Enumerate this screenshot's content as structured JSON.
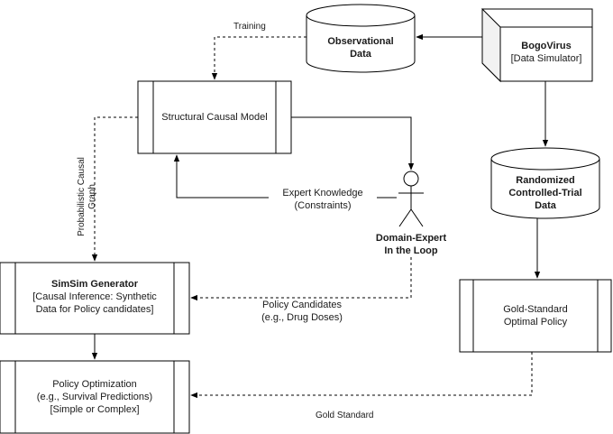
{
  "nodes": {
    "observational_data": {
      "line1": "Observational",
      "line2": "Data"
    },
    "bogovirus": {
      "title": "BogoVirus",
      "subtitle": "[Data Simulator]"
    },
    "structural_causal_model": {
      "label": "Structural Causal Model"
    },
    "rct_data": {
      "line1": "Randomized",
      "line2": "Controlled-Trial",
      "line3": "Data"
    },
    "domain_expert": {
      "line1": "Domain-Expert",
      "line2": "In the Loop"
    },
    "simsim_generator": {
      "title": "SimSim Generator",
      "line1": "[Causal Inference: Synthetic",
      "line2": "Data for Policy candidates]"
    },
    "gold_standard_policy": {
      "line1": "Gold-Standard",
      "line2": "Optimal Policy"
    },
    "policy_optimization": {
      "line1": "Policy Optimization",
      "line2": "(e.g., Survival Predictions)",
      "line3": "[Simple or Complex]"
    }
  },
  "edges": {
    "training": "Training",
    "probabilistic_causal_graph_line1": "Probabilistic Causal",
    "probabilistic_causal_graph_line2": "Graph",
    "expert_knowledge_line1": "Expert Knowledge",
    "expert_knowledge_line2": "(Constraints)",
    "policy_candidates_line1": "Policy Candidates",
    "policy_candidates_line2": "(e.g., Drug Doses)",
    "gold_standard": "Gold Standard"
  }
}
